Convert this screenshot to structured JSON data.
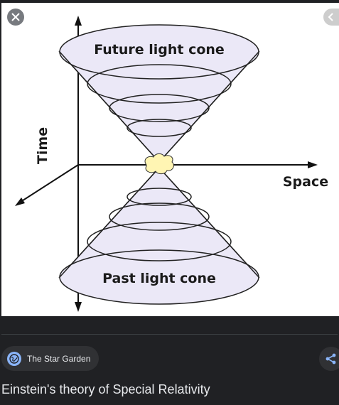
{
  "image": {
    "future_label": "Future light cone",
    "past_label": "Past light cone",
    "time_label": "Time",
    "space_label": "Space"
  },
  "source": {
    "name": "The Star Garden",
    "icon": "globe-icon"
  },
  "caption": "Einstein's theory of Special Relativity",
  "controls": {
    "close_icon": "close-icon",
    "prev_icon": "chevron-left-icon",
    "share_icon": "share-icon"
  },
  "colors": {
    "background": "#202124",
    "cone_fill": "#ebe8f7",
    "event_blob": "#fff5b3",
    "accent": "#8ab4f8"
  }
}
